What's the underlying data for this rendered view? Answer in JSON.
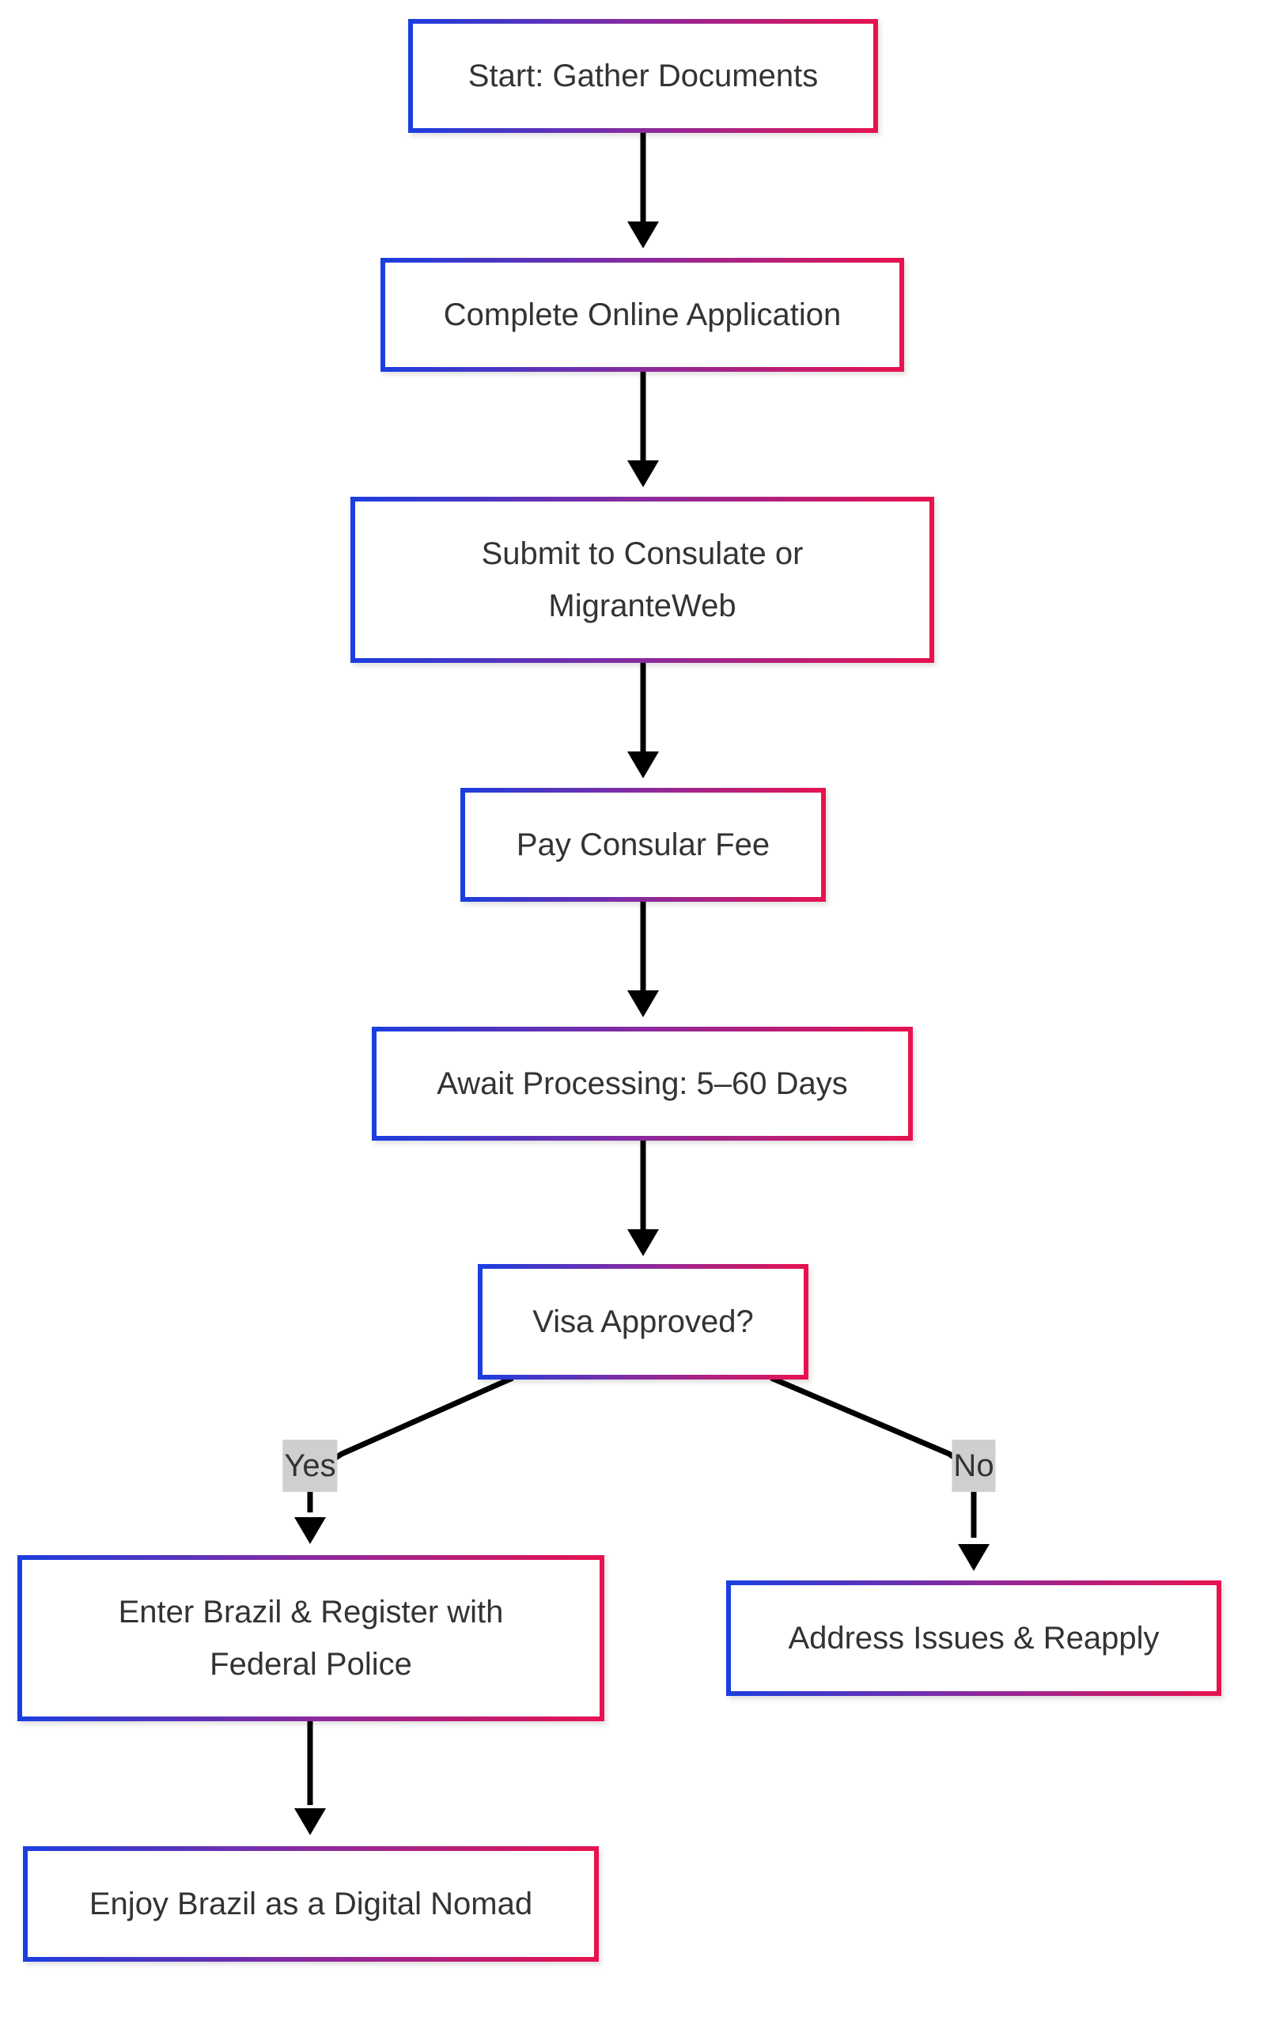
{
  "diagram": {
    "colors": {
      "border_gradient_start": "#1a3ee0",
      "border_gradient_mid": "#8a2a9e",
      "border_gradient_end": "#e8124f",
      "edge": "#000000",
      "node_text": "#333333",
      "edge_label_background": "#cfcfcf"
    },
    "nodes": {
      "gather_documents": "Start: Gather Documents",
      "online_application": "Complete Online Application",
      "submit_consulate": "Submit to Consulate or MigranteWeb",
      "pay_fee": "Pay Consular Fee",
      "await_processing": "Await Processing: 5–60 Days",
      "visa_approved": "Visa Approved?",
      "enter_brazil": "Enter Brazil & Register with Federal Police",
      "address_issues": "Address Issues & Reapply",
      "enjoy_brazil": "Enjoy Brazil as a Digital Nomad"
    },
    "edges": [
      {
        "from": "gather_documents",
        "to": "online_application"
      },
      {
        "from": "online_application",
        "to": "submit_consulate"
      },
      {
        "from": "submit_consulate",
        "to": "pay_fee"
      },
      {
        "from": "pay_fee",
        "to": "await_processing"
      },
      {
        "from": "await_processing",
        "to": "visa_approved"
      },
      {
        "from": "visa_approved",
        "to": "enter_brazil",
        "label": "Yes"
      },
      {
        "from": "visa_approved",
        "to": "address_issues",
        "label": "No"
      },
      {
        "from": "enter_brazil",
        "to": "enjoy_brazil"
      }
    ]
  }
}
